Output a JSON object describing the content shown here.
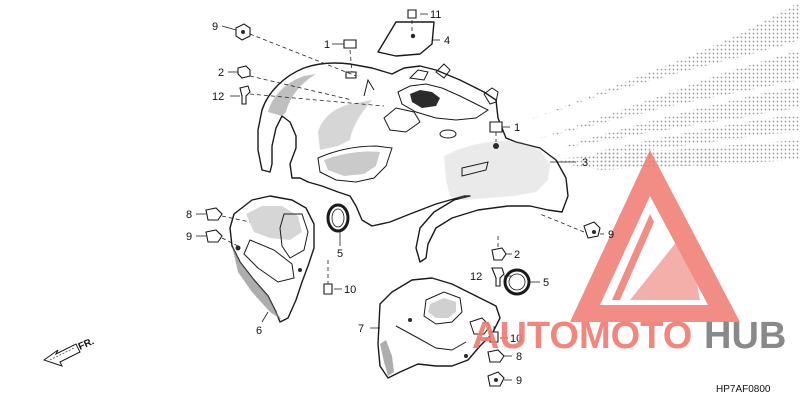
{
  "callouts": {
    "c9_top": "9",
    "c11": "11",
    "c1_top": "1",
    "c4": "4",
    "c2_top": "2",
    "c12_top": "12",
    "c1_right": "1",
    "c3": "3",
    "c8_left": "8",
    "c9_left": "9",
    "c5_left": "5",
    "c10_left": "10",
    "c6": "6",
    "c9_right": "9",
    "c2_right": "2",
    "c12_right": "12",
    "c5_right": "5",
    "c7": "7",
    "c10_right": "10",
    "c8_right": "8",
    "c9_bottom": "9"
  },
  "direction_marker": "FR.",
  "diagram_code": "HP7AF0800",
  "watermark": {
    "brand_red": "AUTOMOTO",
    "brand_grey": "HUB",
    "red_color": "#f07a72",
    "grey_color": "#7d7d7d"
  },
  "background_logo": "Honda wing logo (dotted)"
}
